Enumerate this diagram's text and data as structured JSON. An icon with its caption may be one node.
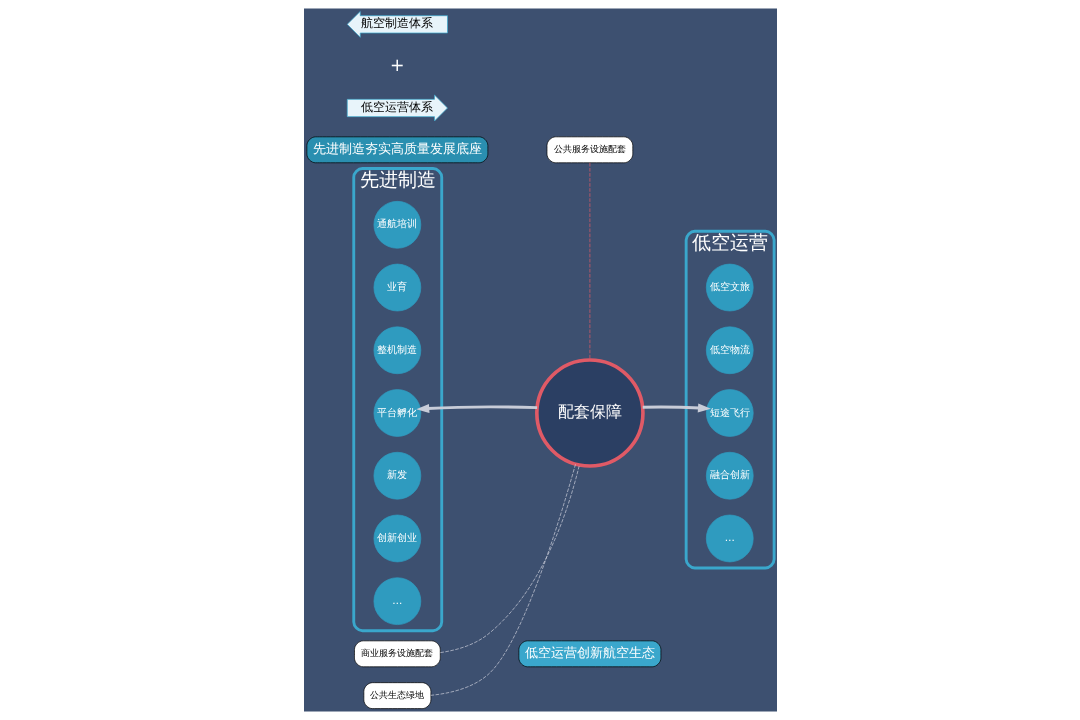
{
  "diagram": {
    "nodes": [
      {
        "text": [
          "先进制造夯实高质量发展底座"
        ]
      },
      {
        "text": [
          "低空运营创新航空生态"
        ]
      },
      {
        "text": [
          "先进制造"
        ]
      },
      {
        "text": [
          "通航培训"
        ],
        "in": 2
      },
      {
        "text": [
          "业育"
        ],
        "in": 2
      },
      {
        "text": [
          "整机制造"
        ],
        "in": 2
      },
      {
        "text": [
          "平台孵化"
        ],
        "in": 2
      },
      {
        "text": [
          "新发"
        ],
        "in": 2
      },
      {
        "text": [
          "创新创业"
        ],
        "in": 2
      },
      {
        "text": [
          "…"
        ],
        "in": 2
      },
      {
        "text": [
          "公共服务设施配套"
        ]
      },
      {
        "text": [
          "商业服务设施配套"
        ]
      },
      {
        "text": [
          "配套保障"
        ]
      },
      {
        "text": [
          "公共生态绿地"
        ]
      },
      {
        "text": [
          "低空运营"
        ]
      },
      {
        "text": [
          "低空文旅"
        ],
        "in": 14
      },
      {
        "text": [
          "低空物流"
        ],
        "in": 14
      },
      {
        "text": [
          "短途飞行"
        ],
        "in": 14
      },
      {
        "text": [
          "融合创新"
        ],
        "in": 14
      },
      {
        "text": [
          "…"
        ],
        "in": 14
      },
      {
        "text": [
          "航空制造体系"
        ]
      },
      {
        "text": [
          "低空运营体系"
        ]
      }
    ],
    "edges": [
      {
        "from": 12,
        "to": 6,
        "arrow": "to",
        "style": "thick",
        "color": "#c8ccd8"
      },
      {
        "from": 12,
        "to": 17,
        "arrow": "to",
        "style": "thick",
        "color": "#c8ccd8"
      },
      {
        "from": 10,
        "to": 12,
        "arrow": "none",
        "style": "dashed",
        "color": "#e05a66"
      },
      {
        "from": 11,
        "to": 12,
        "arrow": "none",
        "style": "dashed",
        "color": "#c8ccd8"
      },
      {
        "from": 12,
        "to": 13,
        "arrow": "none",
        "style": "dashed",
        "color": "#c8ccd8"
      }
    ],
    "labels": [
      "+"
    ]
  }
}
